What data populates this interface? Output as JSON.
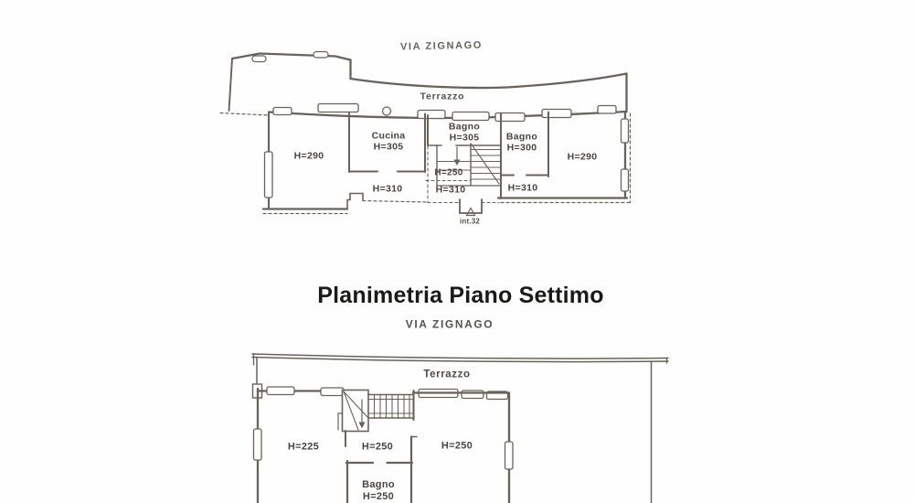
{
  "title": "Planimetria Piano Settimo",
  "top_plan": {
    "street": "VIA ZIGNAGO",
    "terrace": "Terrazzo",
    "entry": "int.32",
    "rooms": {
      "left": {
        "h": "H=290"
      },
      "kitchen": {
        "name": "Cucina",
        "h": "H=305"
      },
      "bath_center": {
        "name": "Bagno",
        "h": "H=305"
      },
      "bath_right": {
        "name": "Bagno",
        "h": "H=300"
      },
      "right": {
        "h": "H=290"
      },
      "understairs": {
        "h": "H=250"
      },
      "hall_left": {
        "h": "H=310"
      },
      "hall_center": {
        "h": "H=310"
      },
      "hall_right": {
        "h": "H=310"
      }
    }
  },
  "bottom_plan": {
    "street": "VIA ZIGNAGO",
    "terrace": "Terrazzo",
    "rooms": {
      "left": {
        "h": "H=225"
      },
      "center": {
        "h": "H=250"
      },
      "right": {
        "h": "H=250"
      },
      "bath": {
        "name": "Bagno",
        "h": "H=250"
      }
    }
  },
  "colors": {
    "line": "#6a6158",
    "label": "#4c443e",
    "street_label": "#5a544e",
    "title": "#1a1a18",
    "background": "#fefefe"
  }
}
